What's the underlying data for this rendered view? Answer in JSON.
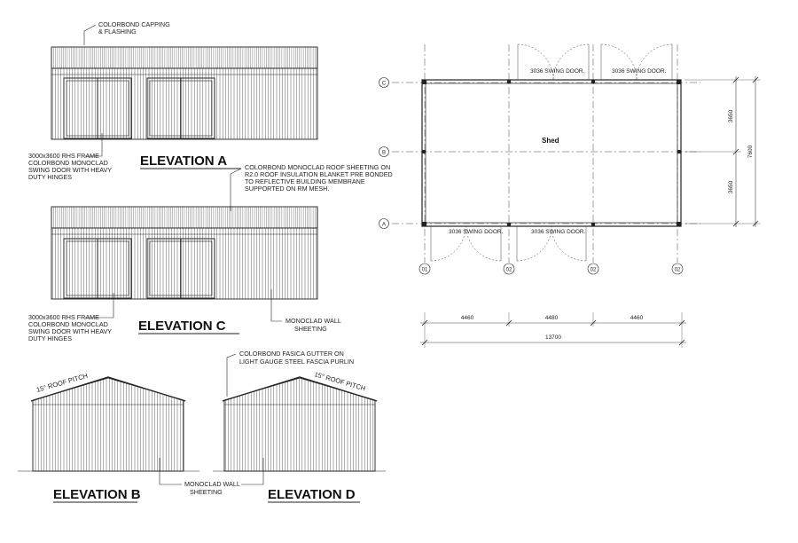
{
  "elevation_a": {
    "title": "ELEVATION A",
    "note_capping_line1": "COLORBOND CAPPING",
    "note_capping_line2": "& FLASHING",
    "note_frame_line1": "3000x3600 RHS FRAME",
    "note_frame_line2": "COLORBOND MONOCLAD",
    "note_frame_line3": "SWING DOOR WITH HEAVY",
    "note_frame_line4": "DUTY HINGES"
  },
  "elevation_c": {
    "title": "ELEVATION C",
    "note_roof_line1": "COLORBOND MONOCLAD ROOF SHEETING ON",
    "note_roof_line2": "R2.0 ROOF INSULATION BLANKET PRE BONDED",
    "note_roof_line3": "TO REFLECTIVE BUILDING MEMBRANE",
    "note_roof_line4": "SUPPORTED ON RM MESH.",
    "note_frame_line1": "3000x3600 RHS FRAME",
    "note_frame_line2": "COLORBOND MONOCLAD",
    "note_frame_line3": "SWING DOOR WITH HEAVY",
    "note_frame_line4": "DUTY HINGES",
    "note_wall_line1": "MONOCLAD WALL",
    "note_wall_line2": "SHEETING"
  },
  "elevation_b": {
    "title": "ELEVATION B",
    "pitch": "15° ROOF PITCH",
    "note_wall_line1": "MONOCLAD WALL",
    "note_wall_line2": "SHEETING"
  },
  "elevation_d": {
    "title": "ELEVATION D",
    "pitch": "15° ROOF PITCH",
    "note_gutter_line1": "COLORBOND FASICA GUTTER ON",
    "note_gutter_line2": "LIGHT GAUGE STEEL FASCIA PURLIN"
  },
  "plan": {
    "label": "Shed",
    "door_top_left": "3036 SWING DOOR.",
    "door_top_right": "3036 SWING DOOR.",
    "door_bottom_left": "3036 SWING DOOR.",
    "door_bottom_right": "3036 SWING DOOR.",
    "grid_rows": [
      "C",
      "B",
      "A"
    ],
    "grid_cols": [
      "01",
      "02",
      "02",
      "02"
    ],
    "dim_right_upper": "3650",
    "dim_right_lower": "3650",
    "dim_right_total": "7600",
    "dim_bottom_1": "4460",
    "dim_bottom_2": "4480",
    "dim_bottom_3": "4460",
    "dim_bottom_total": "13700"
  }
}
